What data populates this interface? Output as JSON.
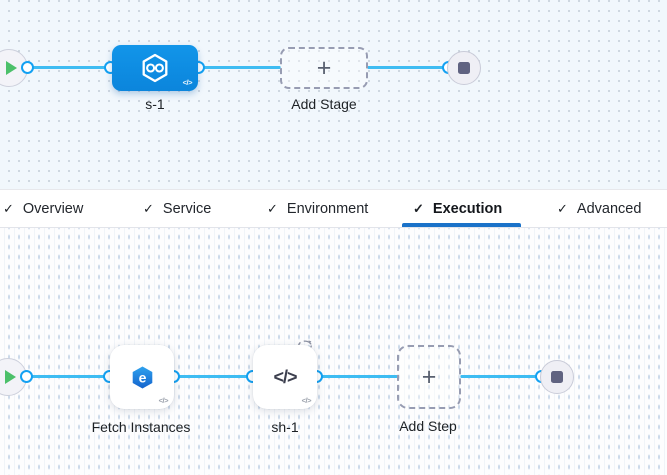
{
  "stage_canvas": {
    "stage_label": "s-1",
    "add_stage_label": "Add Stage"
  },
  "tabs": [
    {
      "label": "Overview",
      "checked": true,
      "active": false
    },
    {
      "label": "Service",
      "checked": true,
      "active": false
    },
    {
      "label": "Environment",
      "checked": true,
      "active": false
    },
    {
      "label": "Execution",
      "checked": true,
      "active": true
    },
    {
      "label": "Advanced",
      "checked": true,
      "active": false
    }
  ],
  "execution_canvas": {
    "steps": [
      {
        "label": "Fetch Instances"
      },
      {
        "label": "sh-1"
      }
    ],
    "add_step_label": "Add Step"
  },
  "icons": {
    "check": "✓",
    "plus": "+",
    "code": "</>",
    "elastigroup_letter": "e"
  },
  "colors": {
    "stage_node_blue": "#0c8ce2",
    "connector_line": "#3ebcf2",
    "connector_ring_blue": "#14a1f2",
    "play_green": "#4cc06a",
    "stop_gray": "#606381",
    "active_tab_underline": "#1a72c9",
    "top_canvas_bg": "#f1f7fc",
    "bottom_canvas_bg": "#fdfdfe"
  }
}
